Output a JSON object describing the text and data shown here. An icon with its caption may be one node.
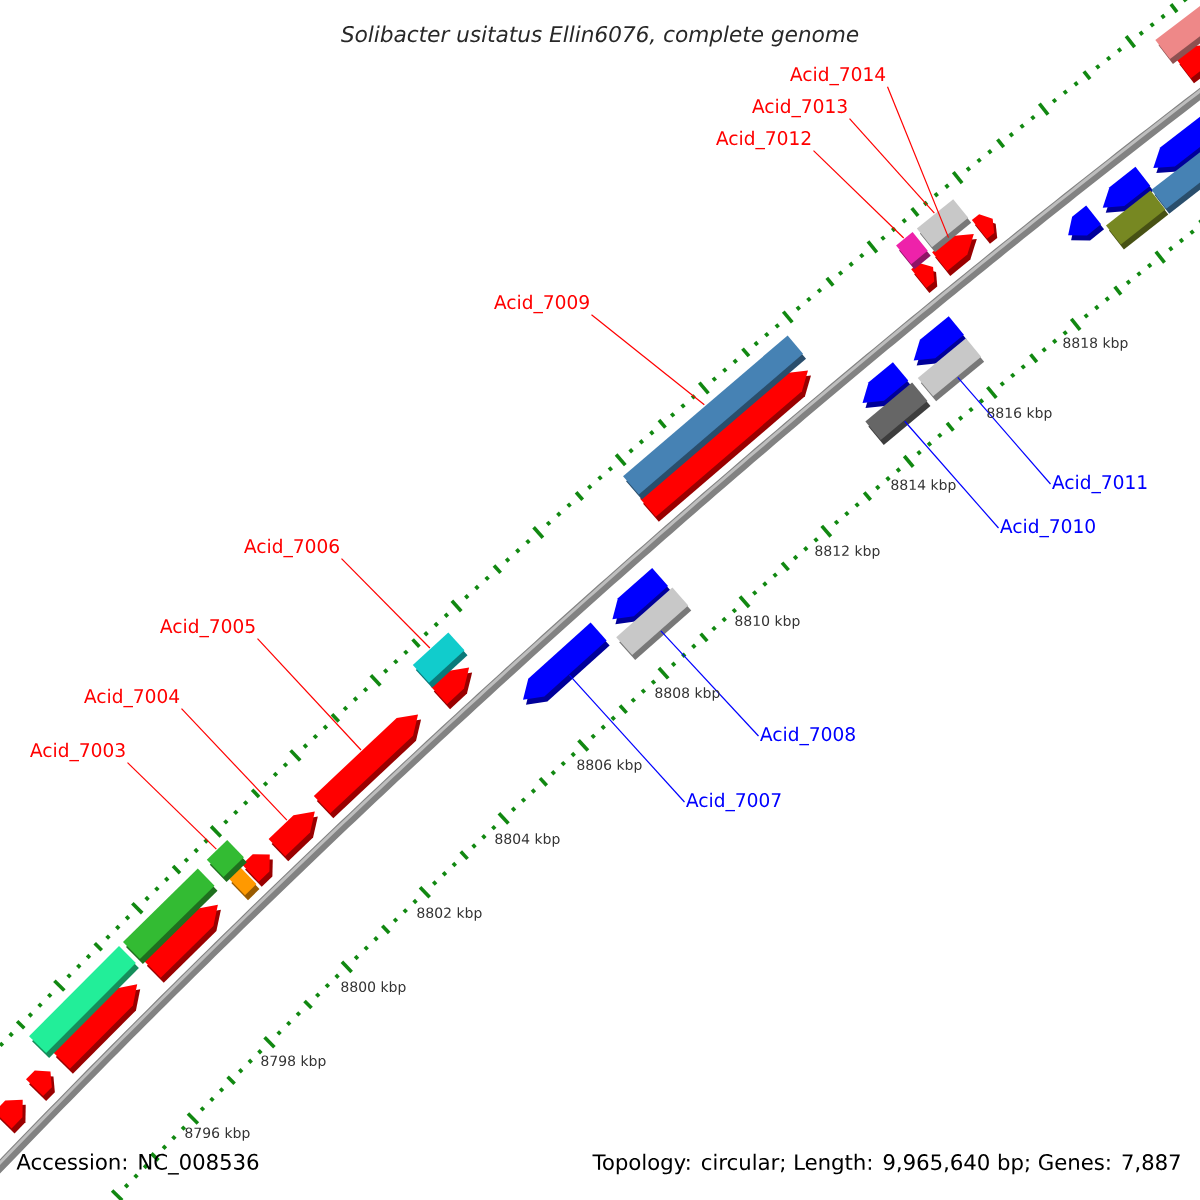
{
  "diagram": {
    "title": "Solibacter usitatus Ellin6076, complete genome",
    "nodes": [
      {
        "text": [
          "Acid_7014"
        ]
      },
      {
        "text": [
          "Acid_7013"
        ]
      },
      {
        "text": [
          "Acid_7012"
        ]
      },
      {
        "text": [
          "Acid_7009"
        ]
      },
      {
        "text": [
          "Acid_7011"
        ]
      },
      {
        "text": [
          "Acid_7010"
        ]
      },
      {
        "text": [
          "Acid_7006"
        ]
      },
      {
        "text": [
          "Acid_7005"
        ]
      },
      {
        "text": [
          "Acid_7004"
        ]
      },
      {
        "text": [
          "Acid_7008"
        ]
      },
      {
        "text": [
          "Acid_7003"
        ]
      },
      {
        "text": [
          "Acid_7007"
        ]
      },
      {
        "text": [],
        "shape": "arrow"
      },
      {
        "text": [],
        "shape": "arrow"
      },
      {
        "text": [],
        "shape": "box"
      },
      {
        "text": [],
        "shape": "arrow"
      },
      {
        "text": [],
        "shape": "box"
      },
      {
        "text": [],
        "shape": "arrow"
      },
      {
        "text": [],
        "shape": "box"
      },
      {
        "text": [],
        "shape": "box"
      },
      {
        "text": [],
        "shape": "arrow"
      },
      {
        "text": [],
        "shape": "arrow"
      },
      {
        "text": [],
        "shape": "arrow"
      },
      {
        "text": [],
        "shape": "box"
      },
      {
        "text": [],
        "shape": "arrow"
      },
      {
        "text": [],
        "shape": "arrow"
      },
      {
        "text": [],
        "shape": "arrow"
      },
      {
        "text": [],
        "shape": "box"
      },
      {
        "text": [],
        "shape": "box"
      },
      {
        "text": [],
        "shape": "arrow"
      },
      {
        "text": [],
        "shape": "arrow"
      },
      {
        "text": [],
        "shape": "box"
      },
      {
        "text": [],
        "shape": "box"
      },
      {
        "text": [],
        "shape": "arrow"
      },
      {
        "text": [],
        "shape": "box"
      },
      {
        "text": [],
        "shape": "arrow"
      },
      {
        "text": [],
        "shape": "box"
      },
      {
        "text": [],
        "shape": "arrow"
      },
      {
        "text": [],
        "shape": "arrow"
      },
      {
        "text": [],
        "shape": "arrow"
      },
      {
        "text": [],
        "shape": "arrow"
      },
      {
        "text": [],
        "shape": "box"
      },
      {
        "text": [],
        "shape": "arrow"
      },
      {
        "text": [],
        "shape": "box"
      },
      {
        "text": [],
        "shape": "box"
      },
      {
        "text": [],
        "shape": "arrow"
      }
    ],
    "edges": [
      {
        "from": 0,
        "to": 37,
        "arrow": "none"
      },
      {
        "from": 1,
        "to": 34,
        "arrow": "none"
      },
      {
        "from": 2,
        "to": 32,
        "arrow": "none"
      },
      {
        "from": 3,
        "to": 27,
        "arrow": "none"
      },
      {
        "from": 4,
        "to": 36,
        "arrow": "none",
        "color": "#0000ff"
      },
      {
        "from": 5,
        "to": 31,
        "arrow": "none",
        "color": "#0000ff"
      },
      {
        "from": 6,
        "to": 23,
        "arrow": "none"
      },
      {
        "from": 7,
        "to": 22,
        "arrow": "none"
      },
      {
        "from": 8,
        "to": 21,
        "arrow": "none"
      },
      {
        "from": 9,
        "to": 28,
        "arrow": "none",
        "color": "#0000ff"
      },
      {
        "from": 10,
        "to": 18,
        "arrow": "none"
      },
      {
        "from": 11,
        "to": 25,
        "arrow": "none",
        "color": "#0000ff"
      }
    ],
    "labels": [
      "8818 kbp",
      "8816 kbp",
      "8814 kbp",
      "8812 kbp",
      "8810 kbp",
      "8808 kbp",
      "8806 kbp",
      "8804 kbp",
      "8802 kbp",
      "8800 kbp",
      "8798 kbp",
      "8796 kbp",
      "Accession: NC_008536",
      "Topology: circular; Length: 9,965,640 bp; Genes: 7,887"
    ]
  }
}
